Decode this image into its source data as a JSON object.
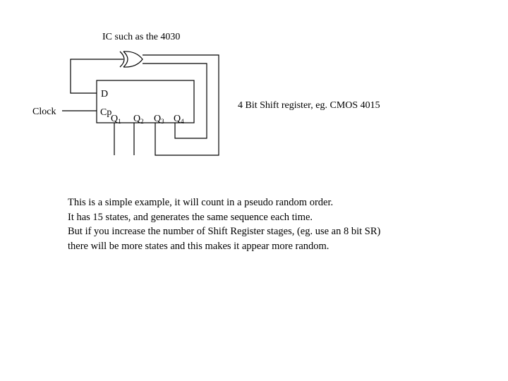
{
  "diagram": {
    "gate_label": "IC such as the 4030",
    "clock_label": "Clock",
    "register_label": "4 Bit Shift register, eg. CMOS 4015",
    "pins": {
      "d": "D",
      "cp": "Cp",
      "q1": "Q",
      "q1_sub": "1",
      "q2": "Q",
      "q2_sub": "2",
      "q3": "Q",
      "q3_sub": "3",
      "q4": "Q",
      "q4_sub": "4"
    }
  },
  "description": {
    "line1": "This is a simple example, it will count in a pseudo random order.",
    "line2": "It has 15 states, and generates the same sequence each time.",
    "line3": "But if you increase the number of Shift Register stages, (eg. use an 8 bit SR)",
    "line4": "there will be more states and this makes it appear more random."
  },
  "colors": {
    "ink": "#000000",
    "background": "#ffffff"
  }
}
